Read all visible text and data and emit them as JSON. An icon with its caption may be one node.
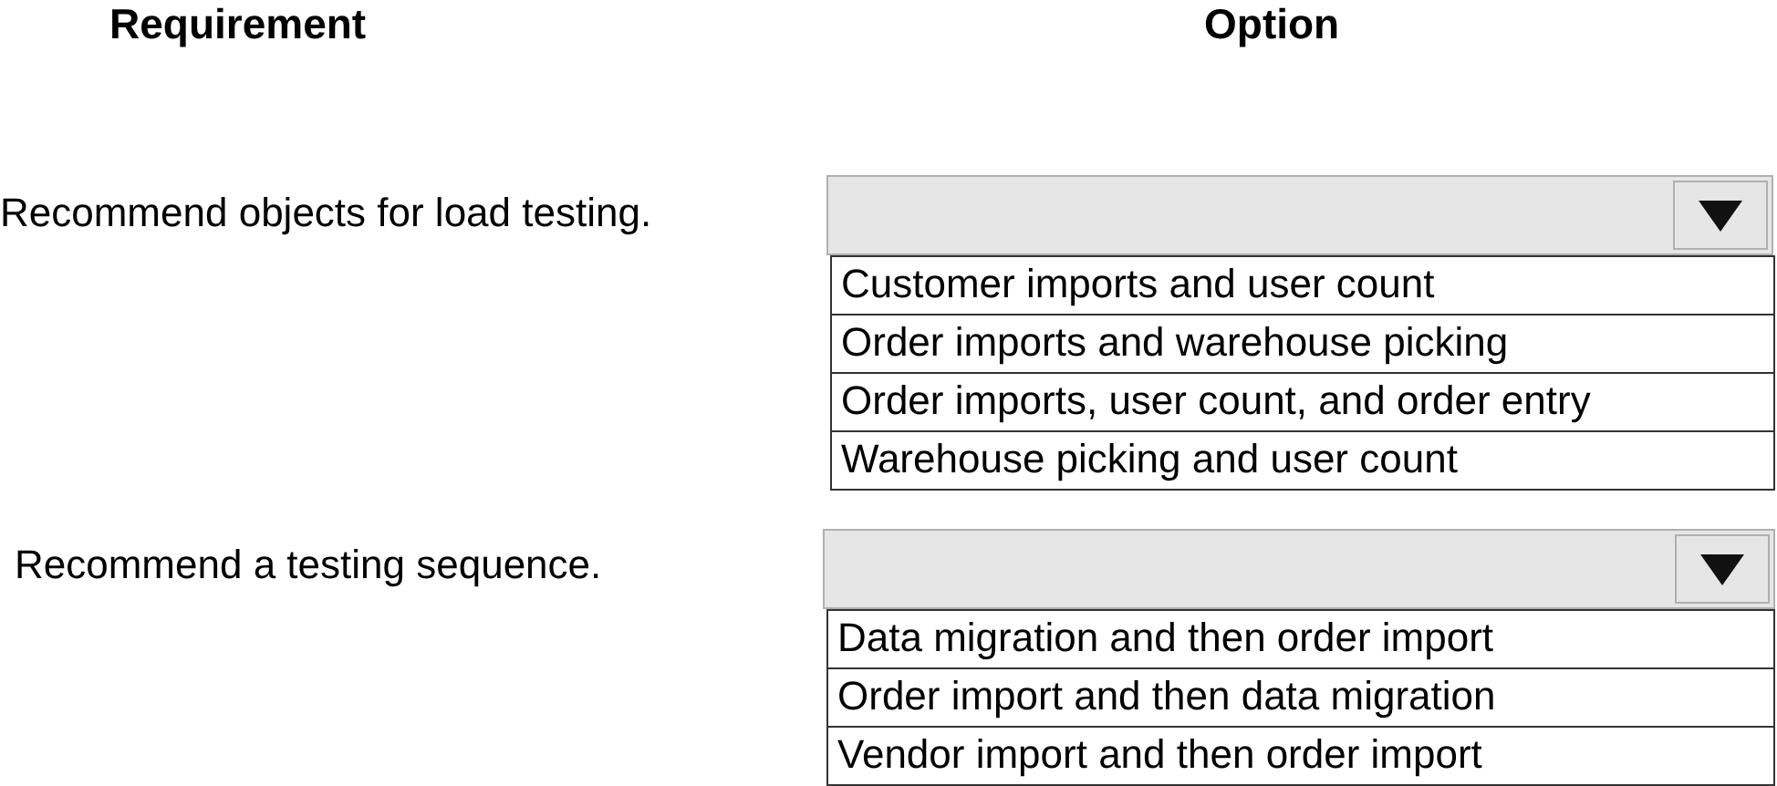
{
  "diagram": {
    "labels": [
      "Requirement",
      "Option",
      "Recommend objects for load testing.",
      "Customer imports and user count",
      "Order imports and warehouse picking",
      "Order imports, user count, and order entry",
      "Warehouse picking and user count",
      "Recommend a testing sequence.",
      "Data migration and then order import",
      "Order import and then data migration",
      "Vendor import and then order import"
    ]
  }
}
